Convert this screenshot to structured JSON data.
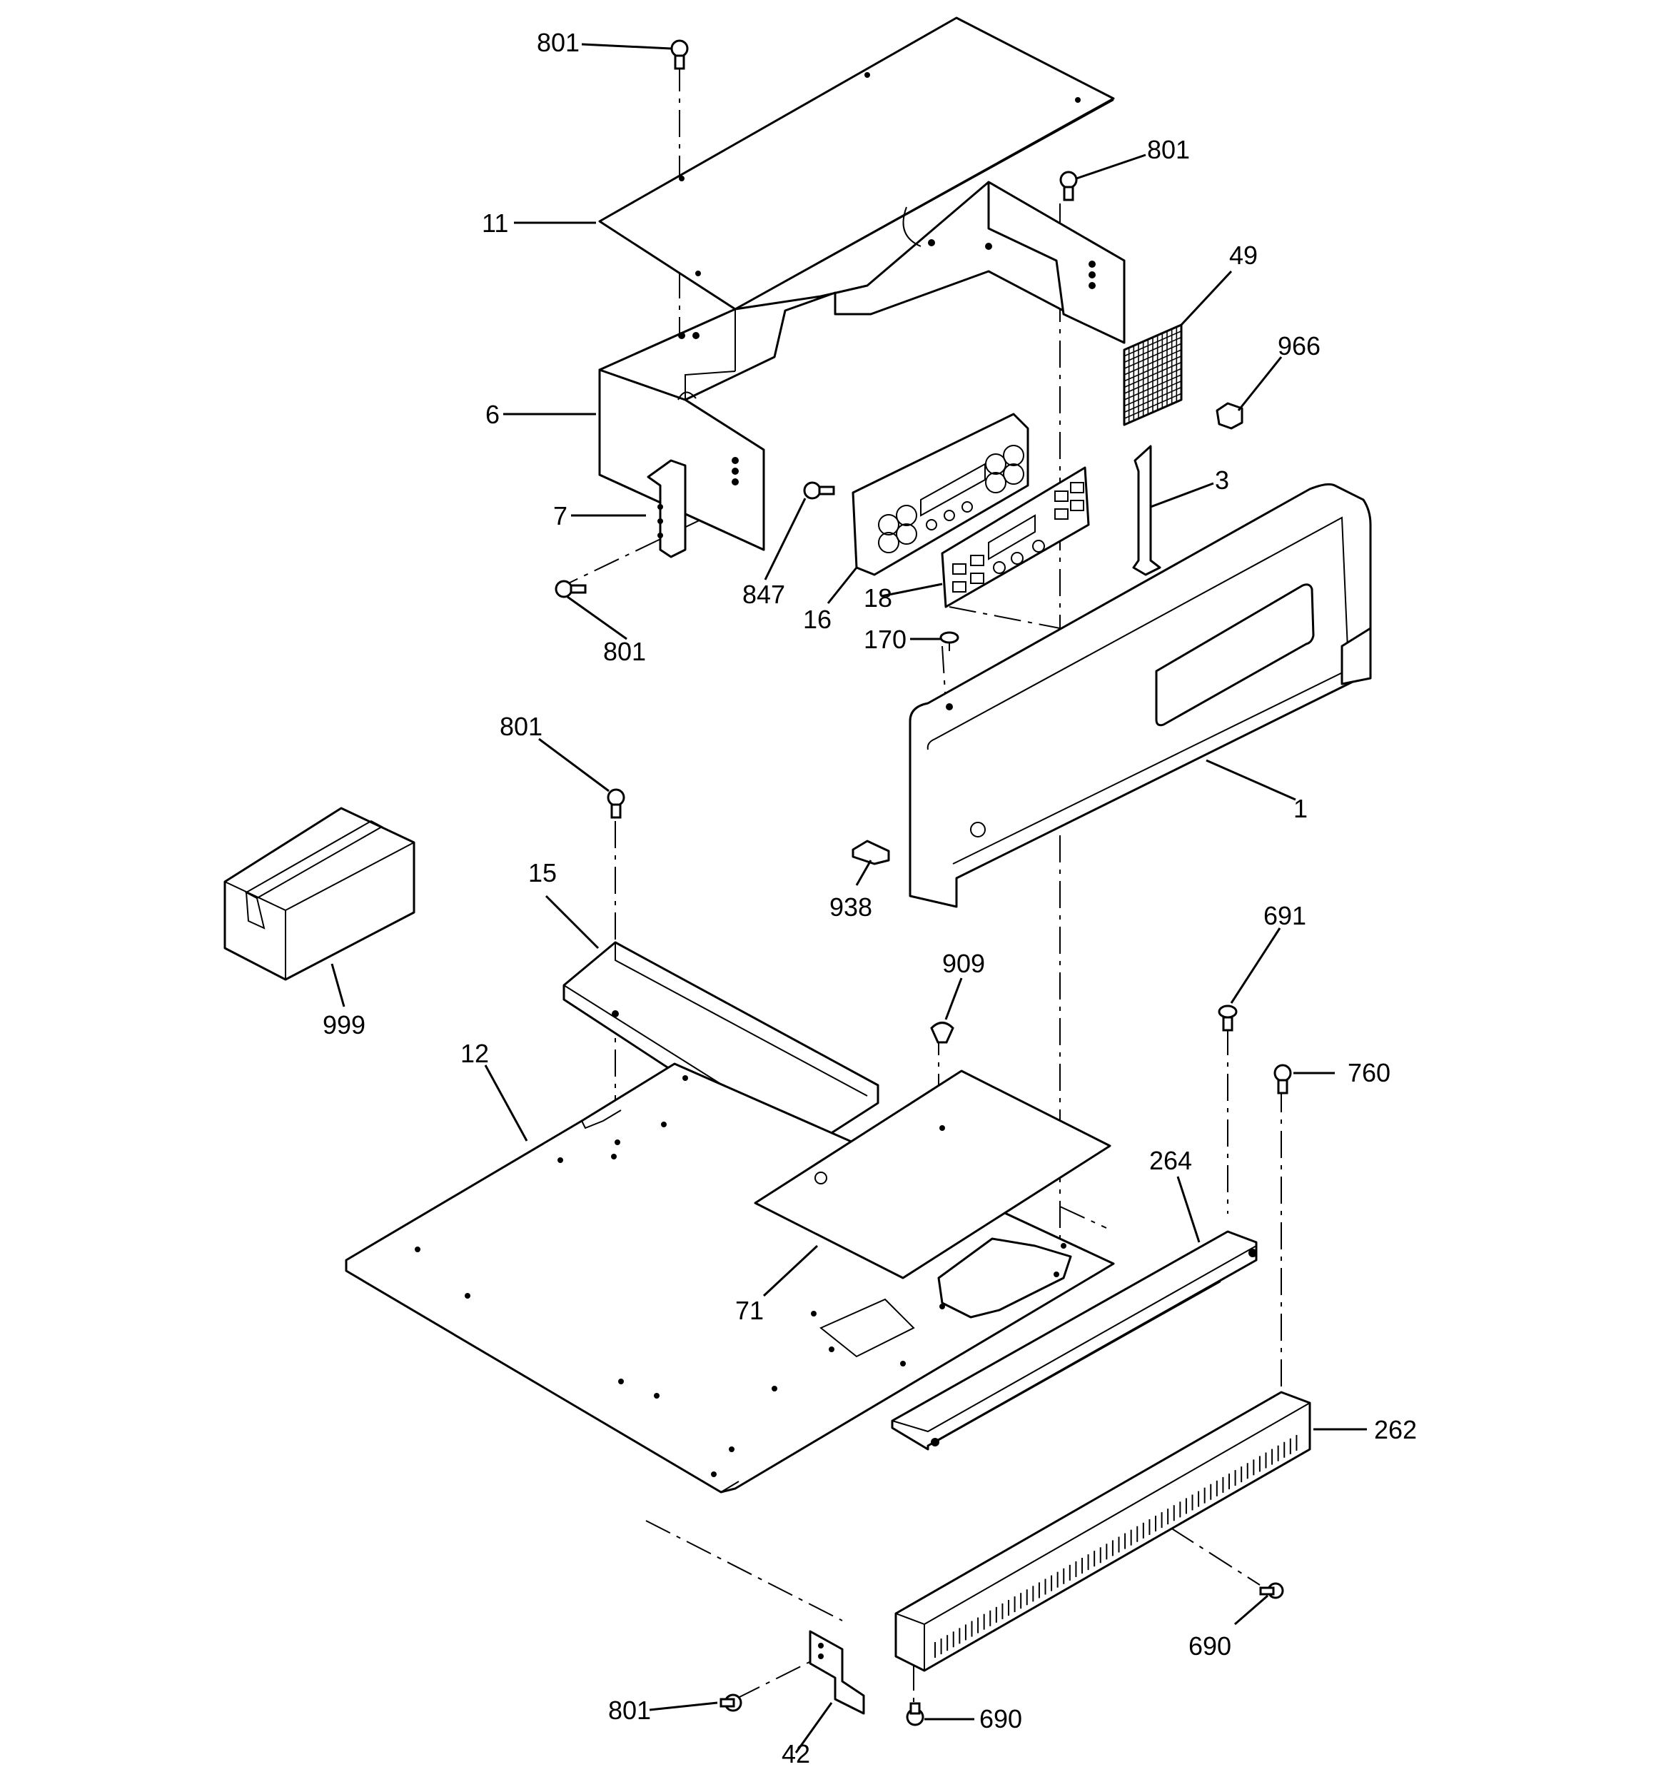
{
  "diagram": {
    "callouts": [
      {
        "id": "c801-top",
        "text": "801"
      },
      {
        "id": "c801-right",
        "text": "801"
      },
      {
        "id": "c11",
        "text": "11"
      },
      {
        "id": "c49",
        "text": "49"
      },
      {
        "id": "c966",
        "text": "966"
      },
      {
        "id": "c6",
        "text": "6"
      },
      {
        "id": "c3",
        "text": "3"
      },
      {
        "id": "c7",
        "text": "7"
      },
      {
        "id": "c847",
        "text": "847"
      },
      {
        "id": "c18",
        "text": "18"
      },
      {
        "id": "c16",
        "text": "16"
      },
      {
        "id": "c801-left",
        "text": "801"
      },
      {
        "id": "c170",
        "text": "170"
      },
      {
        "id": "c801-mid",
        "text": "801"
      },
      {
        "id": "c1",
        "text": "1"
      },
      {
        "id": "c15",
        "text": "15"
      },
      {
        "id": "c938",
        "text": "938"
      },
      {
        "id": "c691",
        "text": "691"
      },
      {
        "id": "c909",
        "text": "909"
      },
      {
        "id": "c999",
        "text": "999"
      },
      {
        "id": "c760",
        "text": "760"
      },
      {
        "id": "c12",
        "text": "12"
      },
      {
        "id": "c264",
        "text": "264"
      },
      {
        "id": "c71",
        "text": "71"
      },
      {
        "id": "c262",
        "text": "262"
      },
      {
        "id": "c690-right",
        "text": "690"
      },
      {
        "id": "c801-bottom",
        "text": "801"
      },
      {
        "id": "c690-bottom",
        "text": "690"
      },
      {
        "id": "c42",
        "text": "42"
      }
    ]
  }
}
